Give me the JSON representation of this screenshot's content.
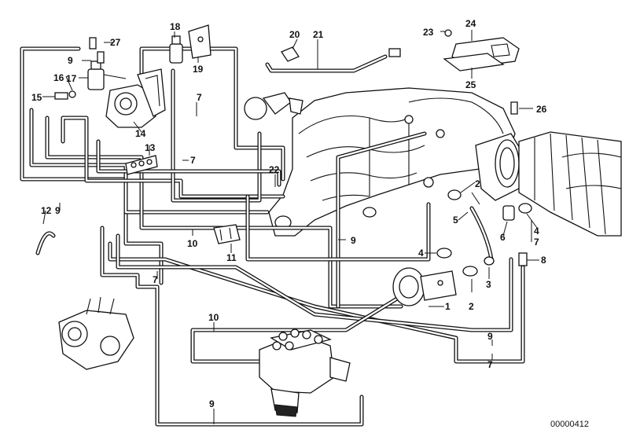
{
  "diagram": {
    "reference_code": "00000412",
    "callouts": [
      "1",
      "2",
      "2",
      "3",
      "4",
      "4",
      "5",
      "6",
      "7",
      "7",
      "7",
      "7",
      "7",
      "8",
      "9",
      "9",
      "9",
      "9",
      "9",
      "10",
      "10",
      "11",
      "12",
      "13",
      "14",
      "15",
      "16",
      "17",
      "18",
      "19",
      "20",
      "21",
      "22",
      "23",
      "24",
      "25",
      "26",
      "27"
    ]
  }
}
